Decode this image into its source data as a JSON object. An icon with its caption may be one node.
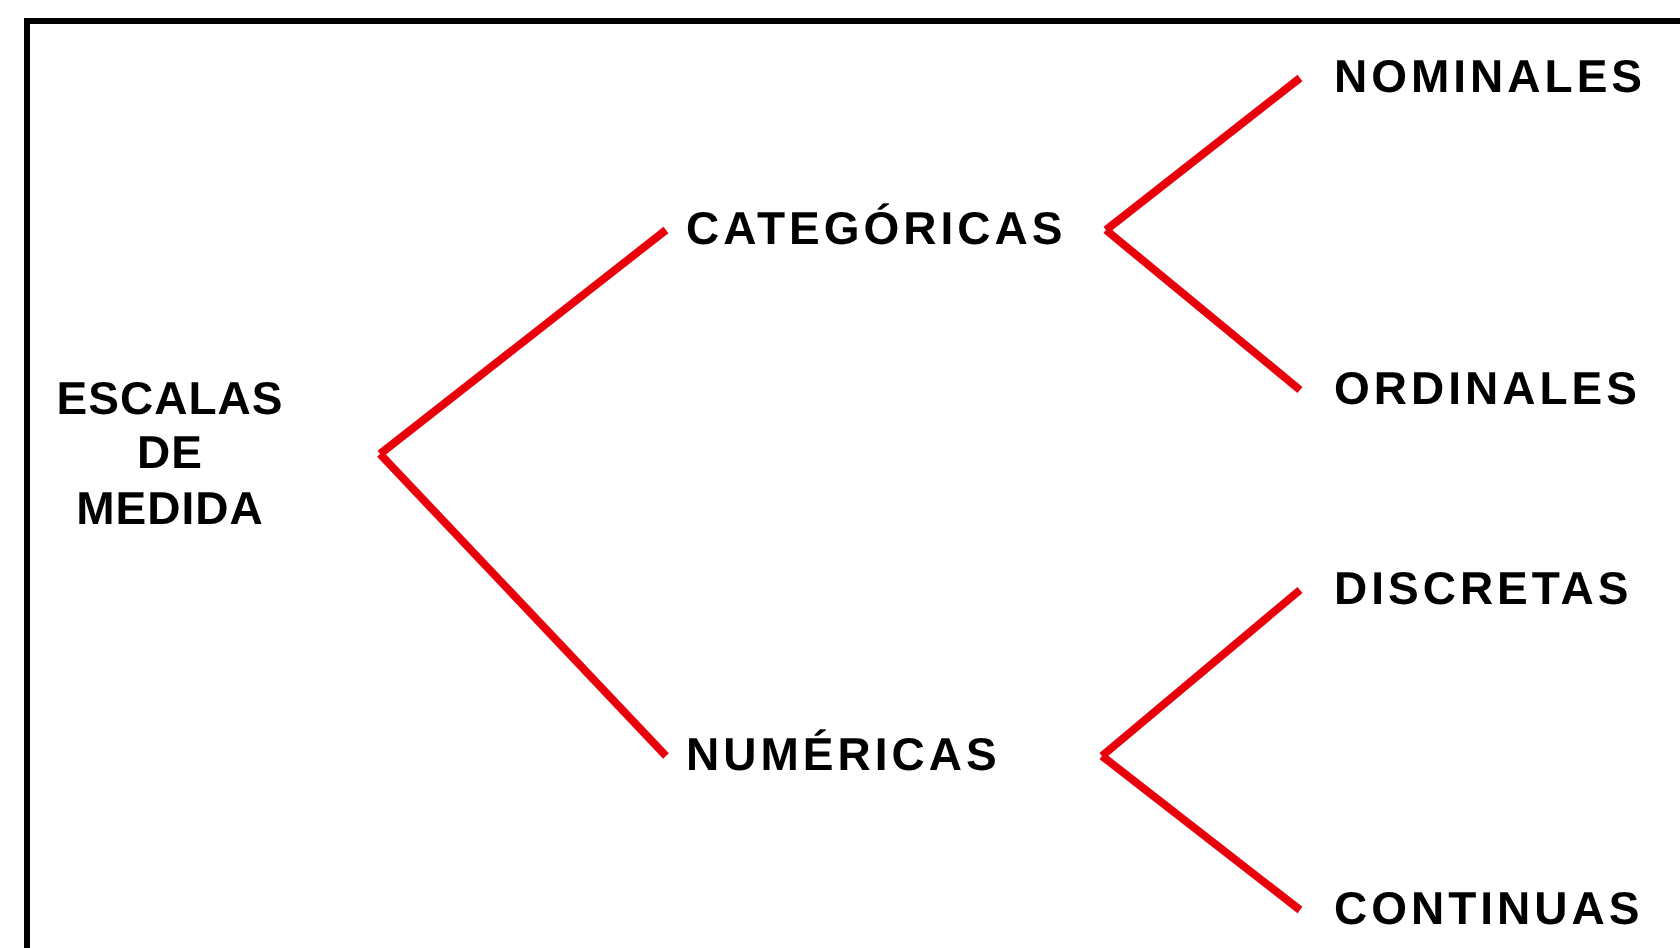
{
  "diagram": {
    "nodes": [
      {
        "text": [
          "ESCALAS DE MEDIDA"
        ]
      },
      {
        "text": [
          "CATEGÓRICAS"
        ]
      },
      {
        "text": [
          "NUMÉRICAS"
        ]
      },
      {
        "text": [
          "NOMINALES"
        ]
      },
      {
        "text": [
          "ORDINALES"
        ]
      },
      {
        "text": [
          "DISCRETAS"
        ]
      },
      {
        "text": [
          "CONTINUAS"
        ]
      }
    ],
    "edges": [
      {
        "from": 0,
        "to": 1,
        "arrow": "none"
      },
      {
        "from": 0,
        "to": 2,
        "arrow": "none"
      },
      {
        "from": 1,
        "to": 3,
        "arrow": "none"
      },
      {
        "from": 1,
        "to": 4,
        "arrow": "none"
      },
      {
        "from": 2,
        "to": 5,
        "arrow": "none"
      },
      {
        "from": 2,
        "to": 6,
        "arrow": "none"
      }
    ]
  }
}
